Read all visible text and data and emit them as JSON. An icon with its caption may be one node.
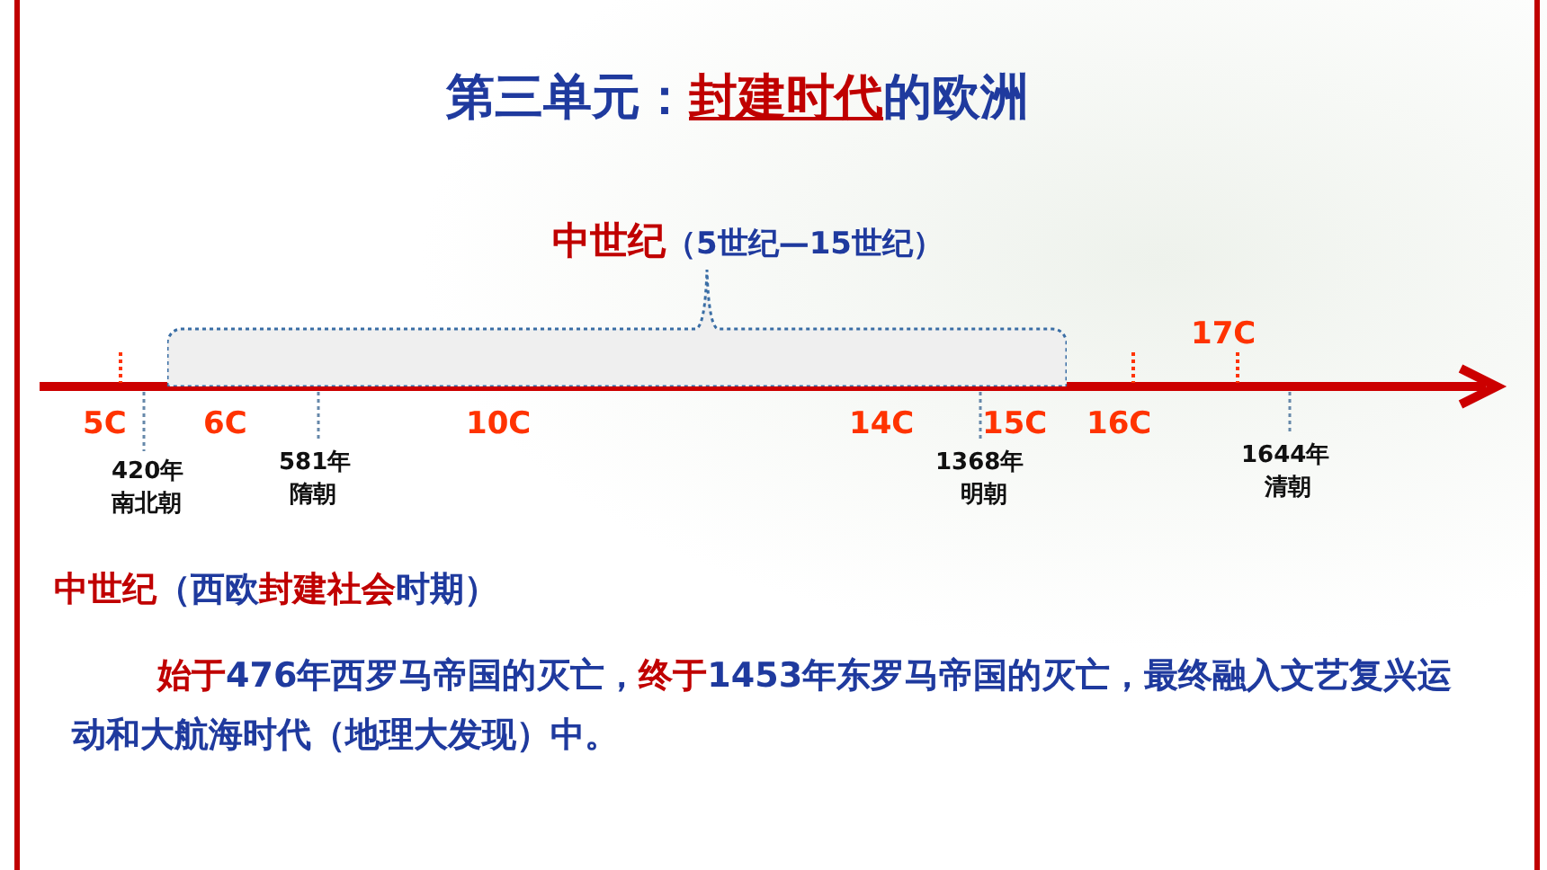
{
  "diagram": {
    "title": "第三单元：**封建时代**的欧洲",
    "nodes": [
      {
        "text": [
          "**中世纪**（5世纪—15世纪）"
        ]
      }
    ],
    "edges": [],
    "labels": [
      "17C",
      "5C",
      "6C",
      "10C",
      "14C",
      "15C",
      "16C",
      "420年",
      "南北朝",
      "581年",
      "隋朝",
      "1368年",
      "明朝",
      "1644年",
      "清朝",
      "**中世纪**（西欧**封建社会**时期）",
      "**始于**476年西罗马帝国的灭亡，**终于**1453年东罗马帝国的灭亡，最终融入文艺复兴运动和大航海时代（地理大发现）中。"
    ]
  }
}
